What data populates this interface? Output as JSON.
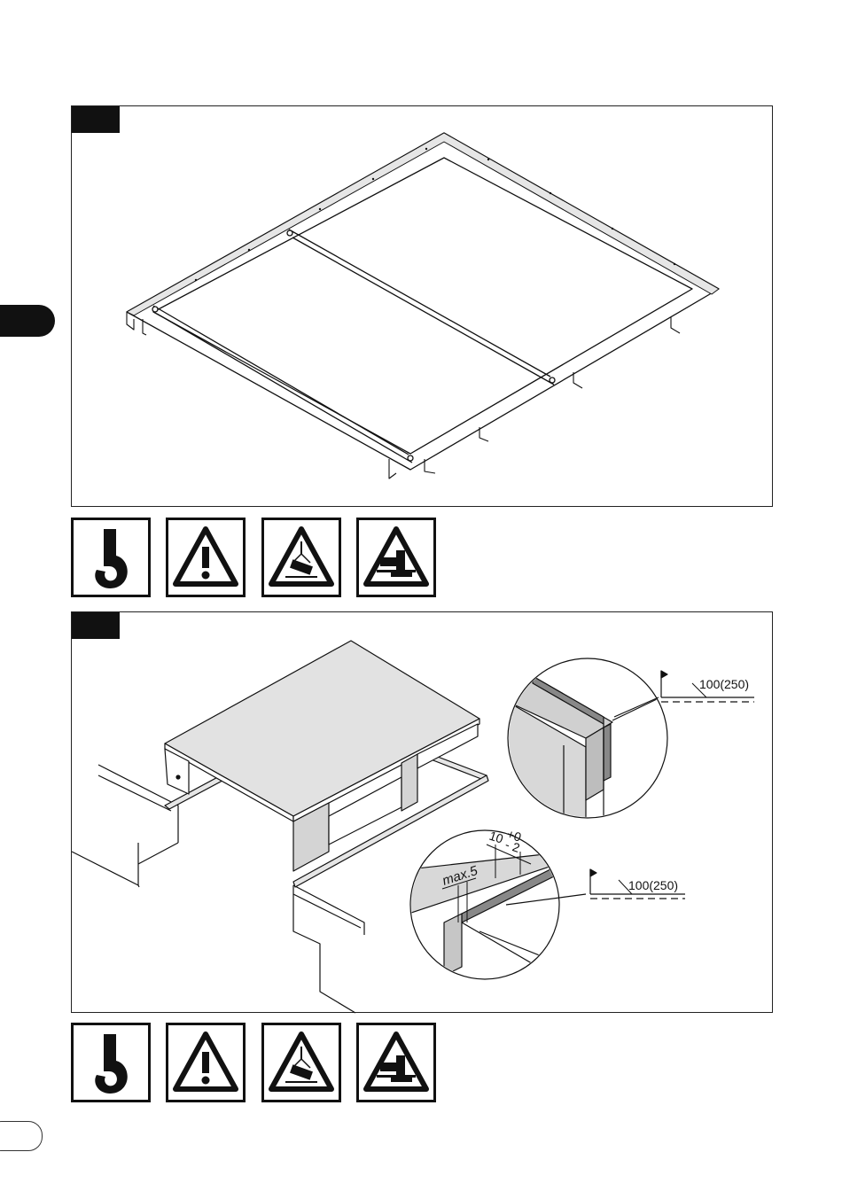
{
  "page": {
    "title": "",
    "page_number": ""
  },
  "figure1": {
    "label": "",
    "safety_icons": [
      "crane-hook-icon",
      "general-warning-icon",
      "suspended-load-warning-icon",
      "foot-crush-warning-icon"
    ]
  },
  "figure2": {
    "label": "",
    "weld_annotation_top": "100(250)",
    "weld_annotation_bottom": "100(250)",
    "dimension_gap": "10",
    "dimension_tolerance_plus": "+0",
    "dimension_tolerance_minus": "- 2",
    "dimension_max": "max.5",
    "safety_icons": [
      "crane-hook-icon",
      "general-warning-icon",
      "suspended-load-warning-icon",
      "foot-crush-warning-icon"
    ]
  },
  "colors": {
    "ink": "#111111",
    "fill_grey": "#e2e2e2",
    "fill_dark": "#bdbdbd"
  }
}
